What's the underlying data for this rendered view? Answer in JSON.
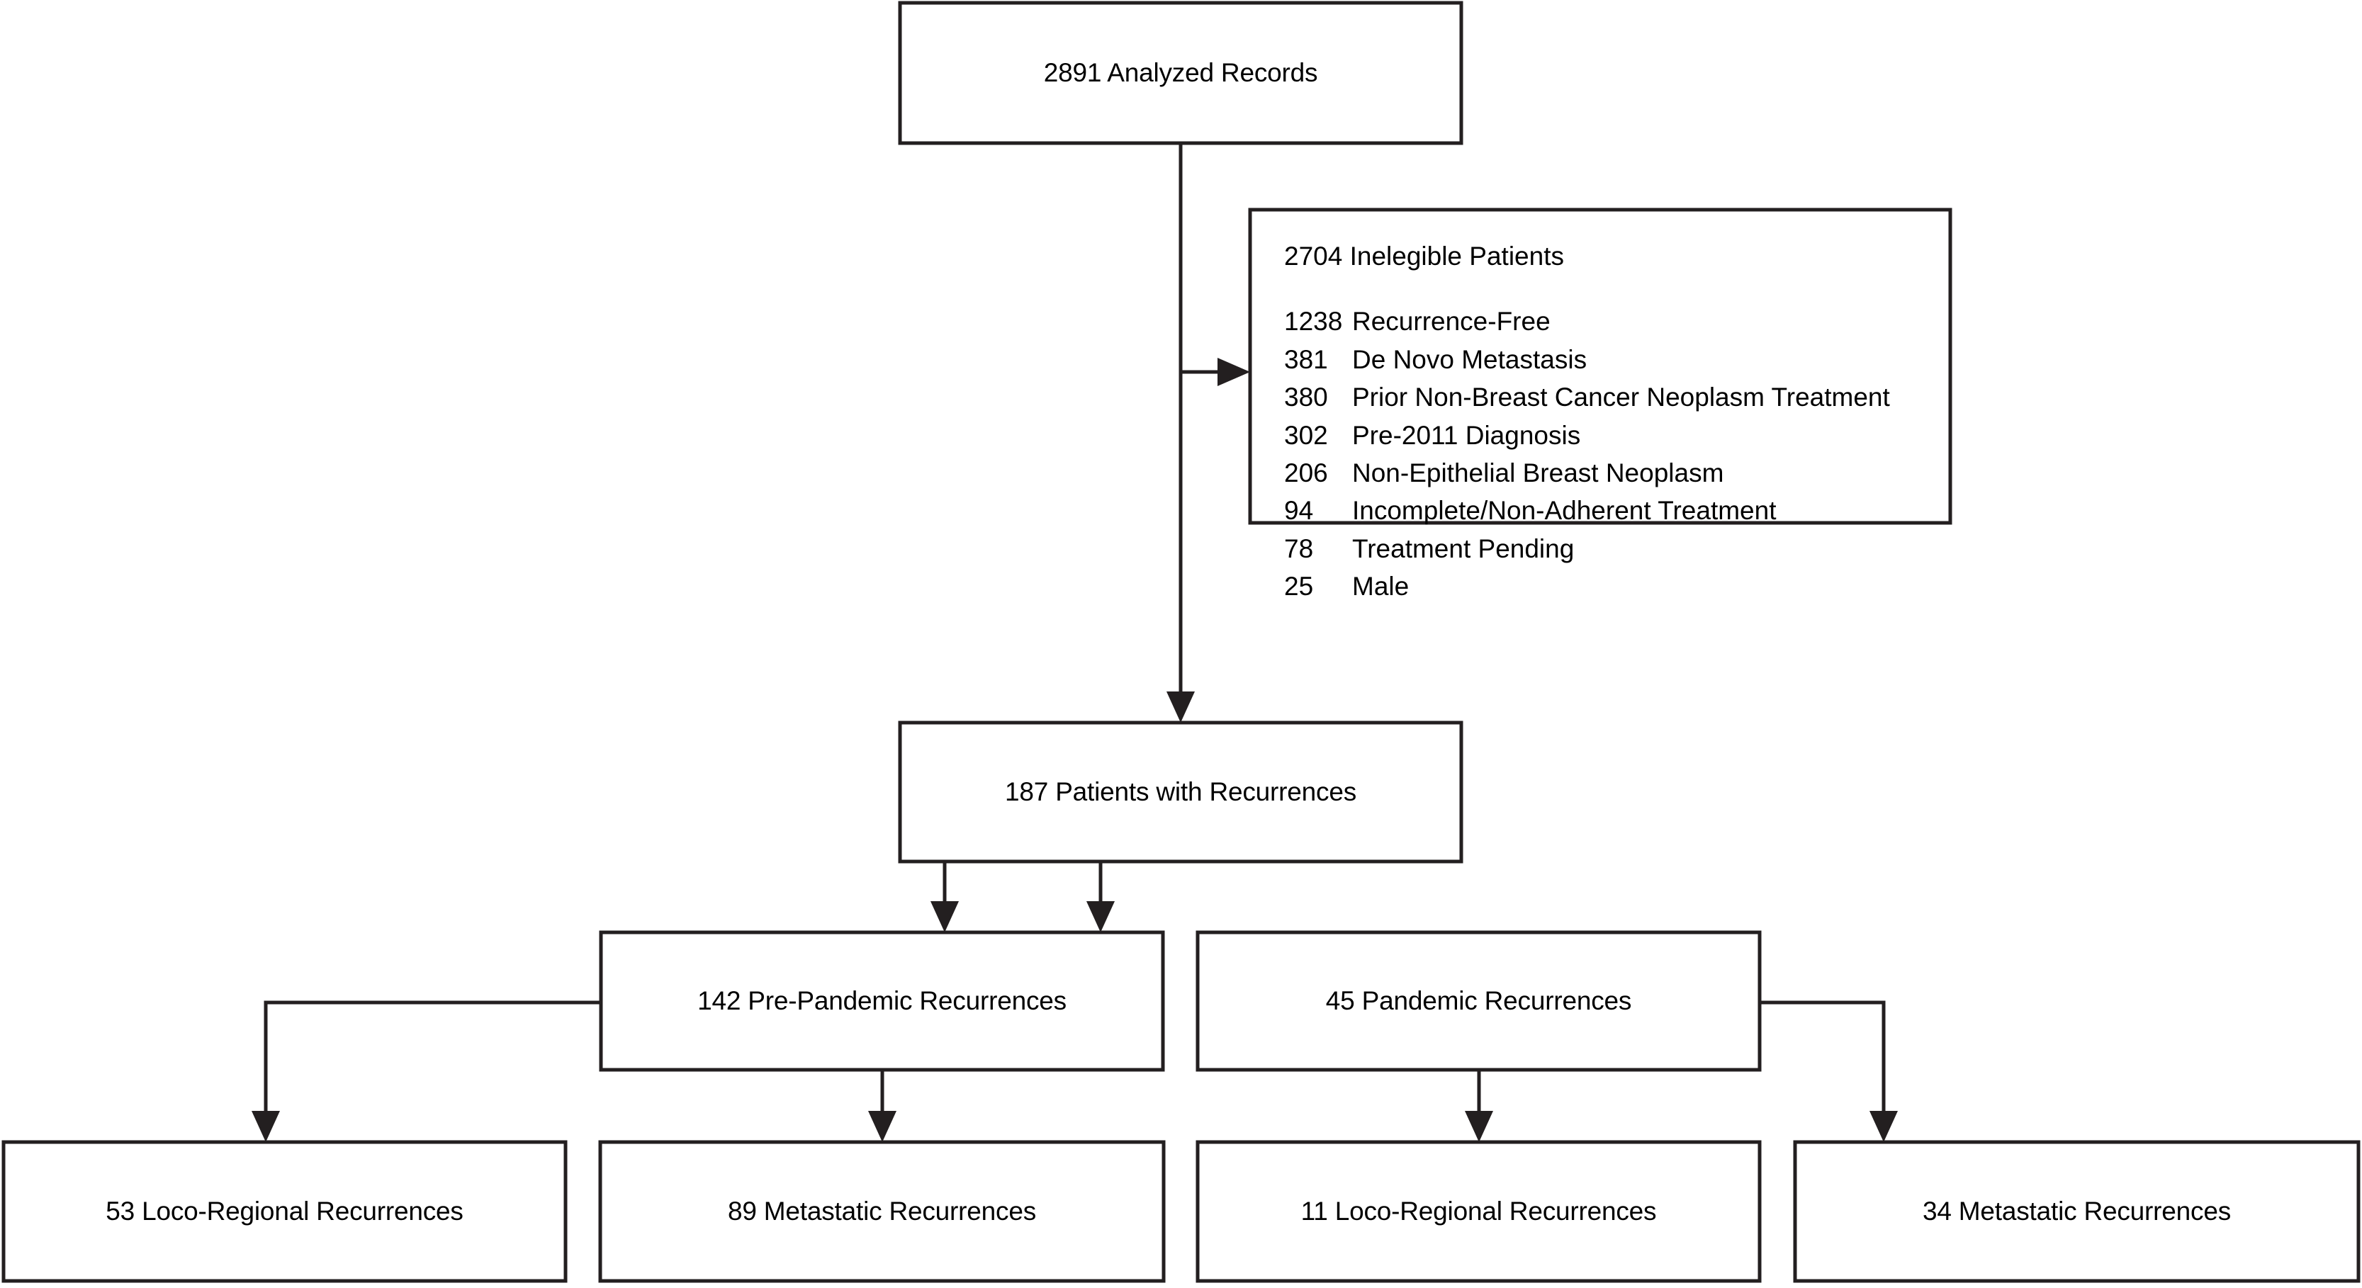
{
  "diagram": {
    "title": "Patient Selection Flow Diagram",
    "type": "flowchart",
    "stroke_color": "#231f20",
    "fill_color": "#ffffff",
    "background": "#ffffff",
    "nodes": {
      "analyzed_records": {
        "label": "2891 Analyzed Records",
        "count": "2891"
      },
      "ineligible": {
        "title": "2704 Inelegible Patients",
        "count": "2704",
        "reasons": [
          {
            "count": "1238",
            "label": "Recurrence-Free"
          },
          {
            "count": "381",
            "label": "De Novo Metastasis"
          },
          {
            "count": "380",
            "label": "Prior Non-Breast Cancer Neoplasm Treatment"
          },
          {
            "count": "302",
            "label": "Pre-2011 Diagnosis"
          },
          {
            "count": "206",
            "label": "Non-Epithelial Breast Neoplasm"
          },
          {
            "count": "94",
            "label": "Incomplete/Non-Adherent Treatment"
          },
          {
            "count": "78",
            "label": "Treatment Pending"
          },
          {
            "count": "25",
            "label": "Male"
          }
        ]
      },
      "recurrences": {
        "label": "187 Patients with Recurrences",
        "count": "187"
      },
      "pre_pandemic": {
        "label": "142 Pre-Pandemic Recurrences",
        "count": "142"
      },
      "pandemic": {
        "label": "45 Pandemic Recurrences",
        "count": "45"
      },
      "pre_pandemic_locoregional": {
        "label": "53 Loco-Regional Recurrences",
        "count": "53"
      },
      "pre_pandemic_metastatic": {
        "label": "89 Metastatic Recurrences",
        "count": "89"
      },
      "pandemic_locoregional": {
        "label": "11 Loco-Regional Recurrences",
        "count": "11"
      },
      "pandemic_metastatic": {
        "label": "34 Metastatic Recurrences",
        "count": "34"
      }
    }
  }
}
